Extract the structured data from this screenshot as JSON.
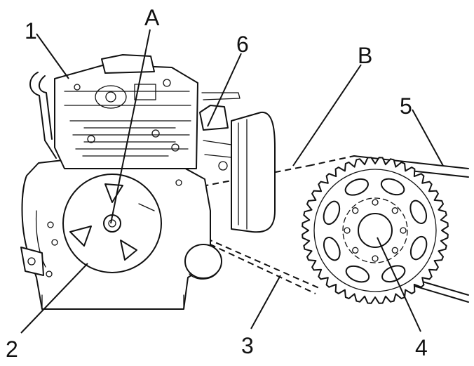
{
  "figure": {
    "callouts": {
      "A": "A",
      "B": "B",
      "n1": "1",
      "n2": "2",
      "n3": "3",
      "n4": "4",
      "n5": "5",
      "n6": "6"
    }
  }
}
